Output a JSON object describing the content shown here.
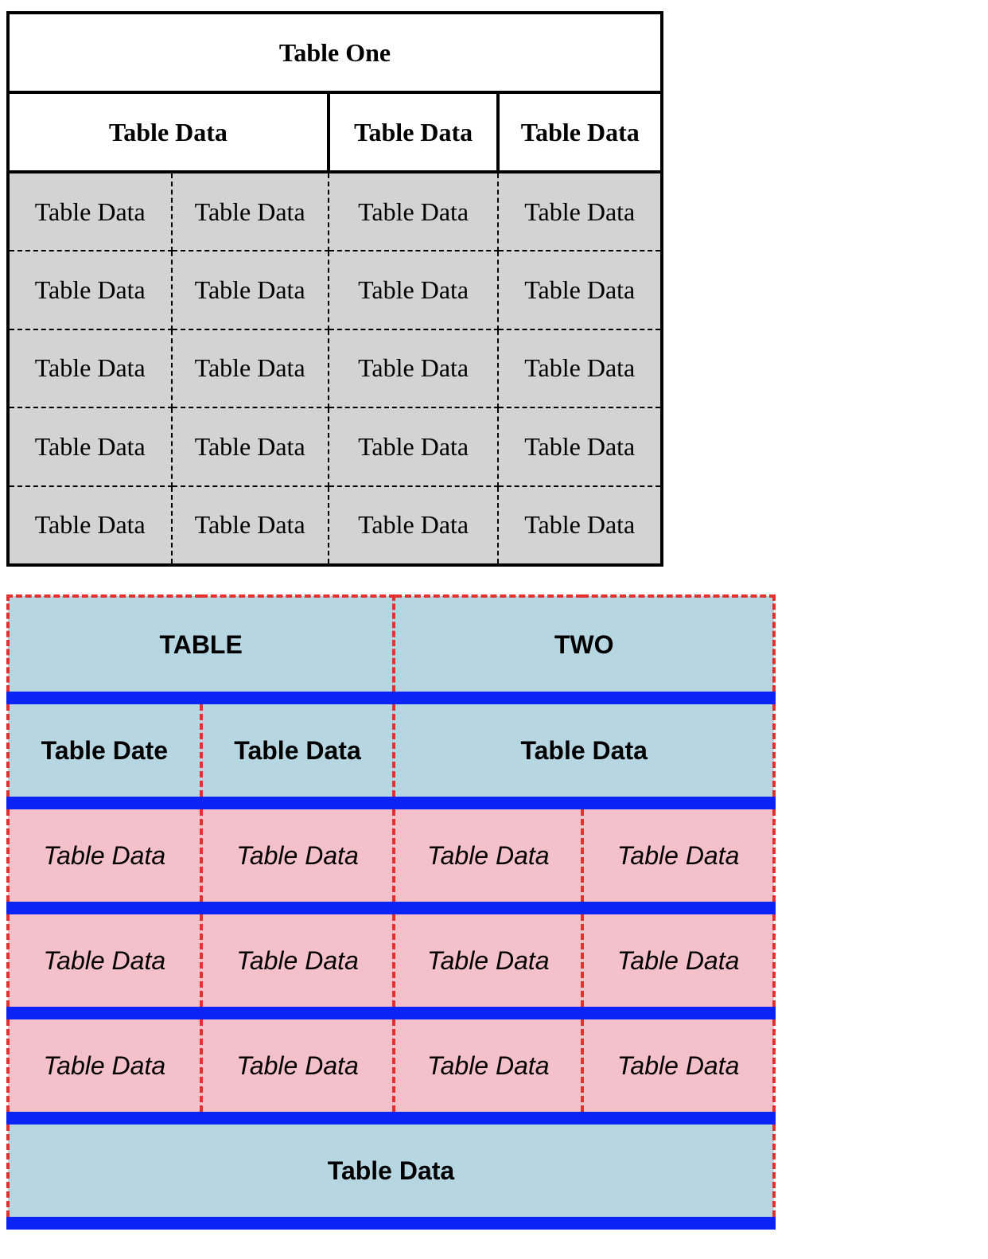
{
  "table_one": {
    "title": "Table One",
    "headers": [
      "Table Data",
      "Table Data",
      "Table Data"
    ],
    "rows": [
      [
        "Table Data",
        "Table Data",
        "Table Data",
        "Table Data"
      ],
      [
        "Table Data",
        "Table Data",
        "Table Data",
        "Table Data"
      ],
      [
        "Table Data",
        "Table Data",
        "Table Data",
        "Table Data"
      ],
      [
        "Table Data",
        "Table Data",
        "Table Data",
        "Table Data"
      ],
      [
        "Table Data",
        "Table Data",
        "Table Data",
        "Table Data"
      ]
    ]
  },
  "table_two": {
    "title_left": "TABLE",
    "title_right": "TWO",
    "headers": [
      "Table Date",
      "Table Data",
      "Table Data"
    ],
    "rows": [
      [
        "Table Data",
        "Table Data",
        "Table Data",
        "Table Data"
      ],
      [
        "Table Data",
        "Table Data",
        "Table Data",
        "Table Data"
      ],
      [
        "Table Data",
        "Table Data",
        "Table Data",
        "Table Data"
      ]
    ],
    "footer": "Table Data"
  }
}
